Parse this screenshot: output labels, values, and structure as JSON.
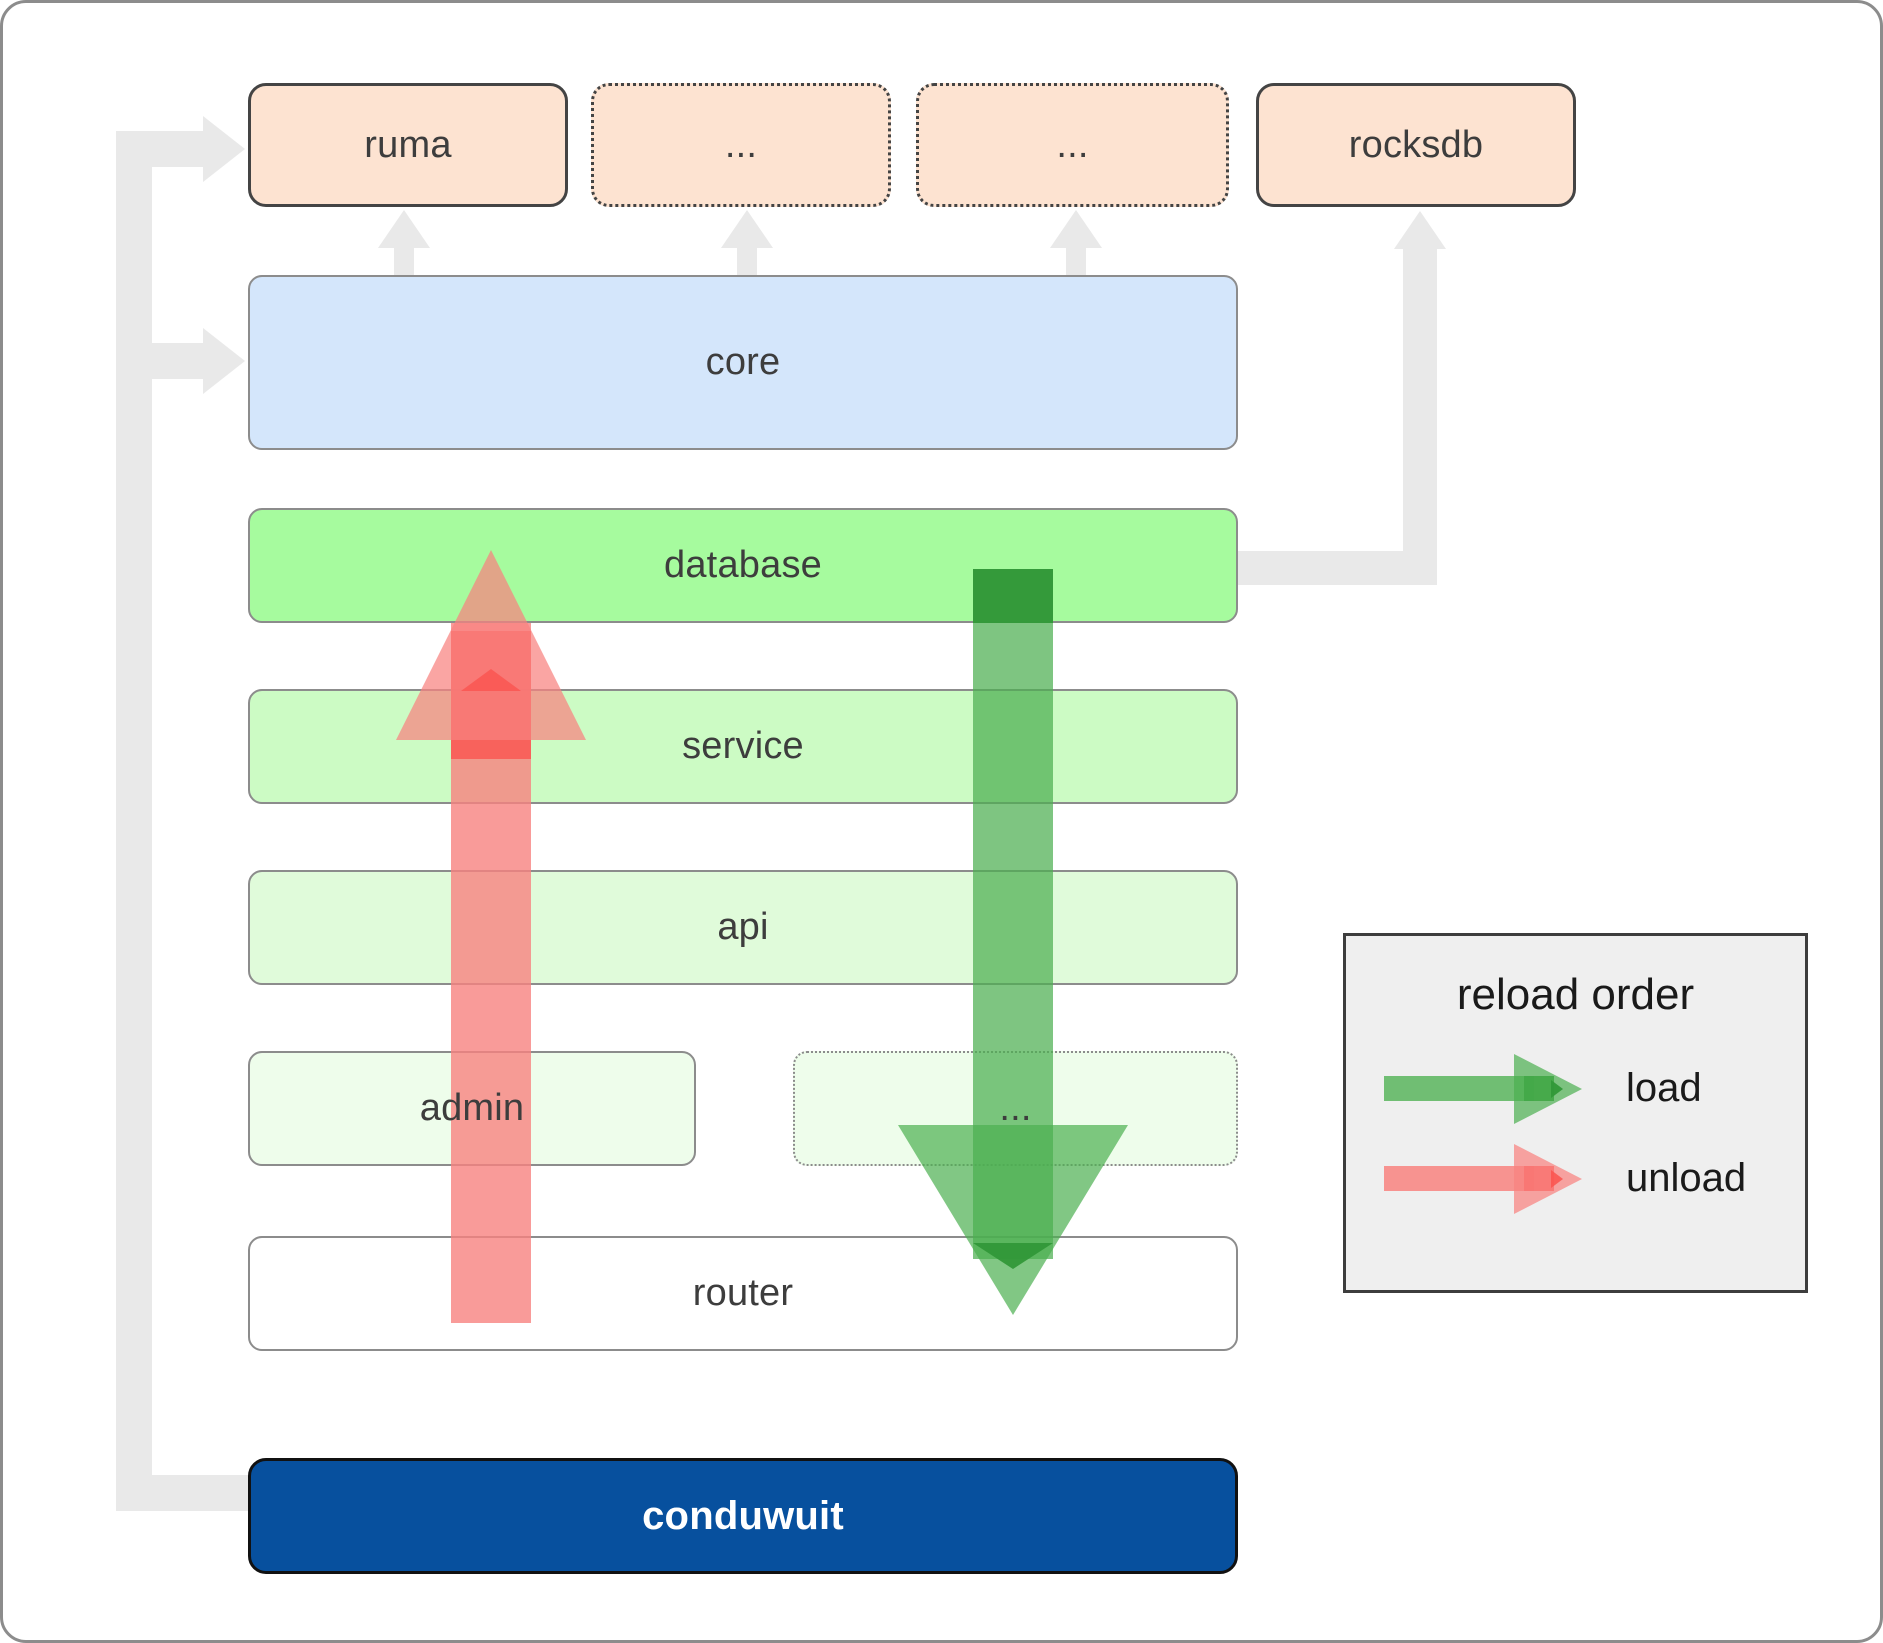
{
  "diagram": {
    "title": "conduwuit module / reload order architecture",
    "colors": {
      "dependency_fill": "#fde3d1",
      "dependency_stroke": "#444444",
      "core_fill": "#d4e6fb",
      "layer_stroke": "#8c8c8c",
      "root_fill": "#07509e",
      "root_text": "#ffffff",
      "connector": "#e9e9e9",
      "load_arrow": "#4caf50",
      "unload_arrow": "#f8827f",
      "legend_fill": "#efefef",
      "legend_stroke": "#3d3d3d",
      "canvas_border": "#8c8c8c"
    },
    "dependencies": [
      {
        "id": "ruma",
        "label": "ruma",
        "style": "solid"
      },
      {
        "id": "dep-2",
        "label": "...",
        "style": "dotted"
      },
      {
        "id": "dep-3",
        "label": "...",
        "style": "dotted"
      },
      {
        "id": "rocksdb",
        "label": "rocksdb",
        "style": "solid"
      }
    ],
    "core": {
      "id": "core",
      "label": "core",
      "fill": "#d4e6fb"
    },
    "layers": [
      {
        "id": "database",
        "label": "database",
        "fill": "#a6fb9e",
        "style": "solid"
      },
      {
        "id": "service",
        "label": "service",
        "fill": "#ccfbc4",
        "style": "solid"
      },
      {
        "id": "api",
        "label": "api",
        "fill": "#e0fbda",
        "style": "solid"
      },
      {
        "id": "admin",
        "label": "admin",
        "fill": "#eefdeb",
        "style": "solid"
      },
      {
        "id": "layer-more",
        "label": "...",
        "fill": "#eefdeb",
        "style": "dotted"
      },
      {
        "id": "router",
        "label": "router",
        "fill": "#ffffff",
        "style": "solid"
      }
    ],
    "root": {
      "id": "conduwuit",
      "label": "conduwuit"
    },
    "legend": {
      "title": "reload order",
      "entries": [
        {
          "id": "load",
          "label": "load",
          "color": "#4caf50",
          "direction": "down"
        },
        {
          "id": "unload",
          "label": "unload",
          "color": "#f8827f",
          "direction": "up"
        }
      ]
    }
  }
}
